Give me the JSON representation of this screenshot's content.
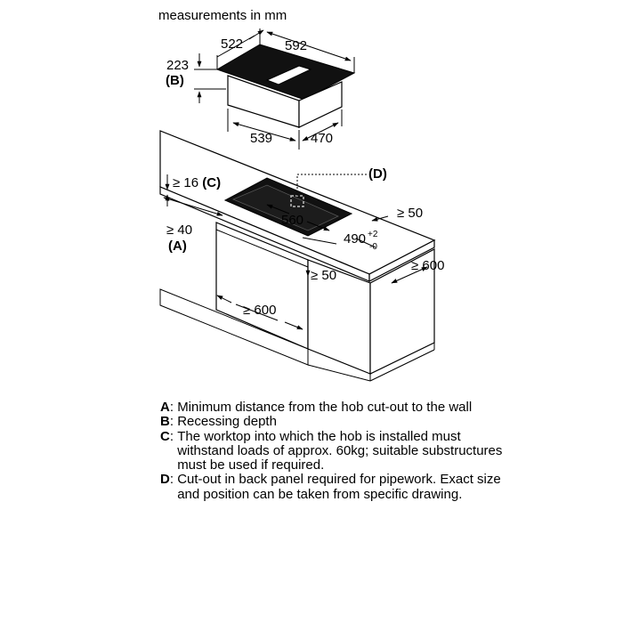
{
  "header": "measurements in mm",
  "dimensions": {
    "hob_depth": "522",
    "hob_width": "592",
    "hob_height": "223",
    "recess_label": "(B)",
    "hob_body_width": "539",
    "hob_body_depth": "470",
    "worktop_thickness": "≥ 16",
    "worktop_thickness_ref": "(C)",
    "cutout_ref": "(D)",
    "cutout_width": "560",
    "cutout_depth": "490",
    "cutout_depth_tol_plus": "+2",
    "cutout_depth_tol_minus": "-0",
    "side_clearance": "≥ 50",
    "front_clearance": "≥ 50",
    "wall_distance": "≥ 40",
    "wall_distance_ref": "(A)",
    "worktop_depth": "≥ 600",
    "cabinet_width": "≥ 600"
  },
  "legend": [
    {
      "key": "A",
      "text": "Minimum distance from the hob cut-out to the wall"
    },
    {
      "key": "B",
      "text": "Recessing depth"
    },
    {
      "key": "C",
      "text": "The worktop into which the hob is installed must withstand loads of approx. 60kg; suitable substructures must be used if required."
    },
    {
      "key": "D",
      "text": "Cut-out in back panel required for pipework. Exact size and position can be taken from specific drawing."
    }
  ]
}
